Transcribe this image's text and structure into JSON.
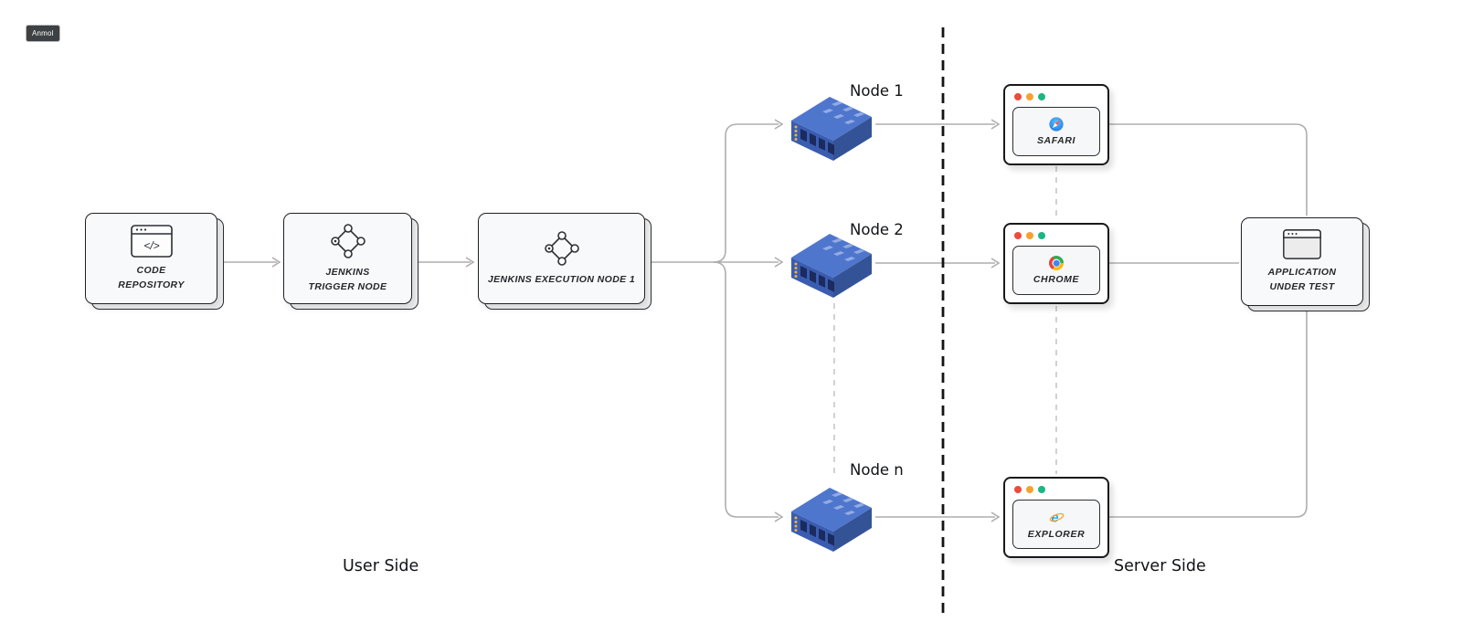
{
  "badge": {
    "label": "Anmol"
  },
  "cards": {
    "code_repo": {
      "line1": "CODE",
      "line2": "REPOSITORY"
    },
    "trigger": {
      "line1": "JENKINS",
      "line2": "TRIGGER NODE"
    },
    "exec": {
      "line1": "JENKINS EXECUTION NODE 1"
    },
    "aut": {
      "line1": "APPLICATION",
      "line2": "UNDER TEST"
    }
  },
  "icons": {
    "code_glyph": "</>"
  },
  "grid_nodes": [
    {
      "label": "Node 1"
    },
    {
      "label": "Node 2"
    },
    {
      "label": "Node n"
    }
  ],
  "browsers": [
    {
      "label": "SAFARI"
    },
    {
      "label": "CHROME"
    },
    {
      "label": "EXPLORER"
    }
  ],
  "sections": {
    "user_side": "User Side",
    "server_side": "Server Side"
  },
  "colors": {
    "switch_top": "#4f76cd",
    "switch_left": "#3a5db1",
    "switch_right": "#345397",
    "connector": "#aeaeae",
    "divider": "#141414",
    "traffic_red": "#ed4b3c",
    "traffic_orange": "#f7a22f",
    "traffic_green": "#1cb585"
  }
}
